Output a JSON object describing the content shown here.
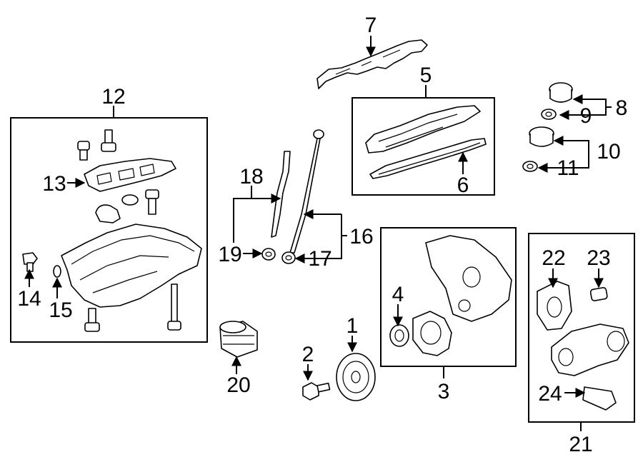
{
  "callouts": {
    "c1": "1",
    "c2": "2",
    "c3": "3",
    "c4": "4",
    "c5": "5",
    "c6": "6",
    "c7": "7",
    "c8": "8",
    "c9": "9",
    "c10": "10",
    "c11": "11",
    "c12": "12",
    "c13": "13",
    "c14": "14",
    "c15": "15",
    "c16": "16",
    "c17": "17",
    "c18": "18",
    "c19": "19",
    "c20": "20",
    "c21": "21",
    "c22": "22",
    "c23": "23",
    "c24": "24"
  },
  "style": {
    "line_color": "#000000",
    "background": "#ffffff"
  }
}
